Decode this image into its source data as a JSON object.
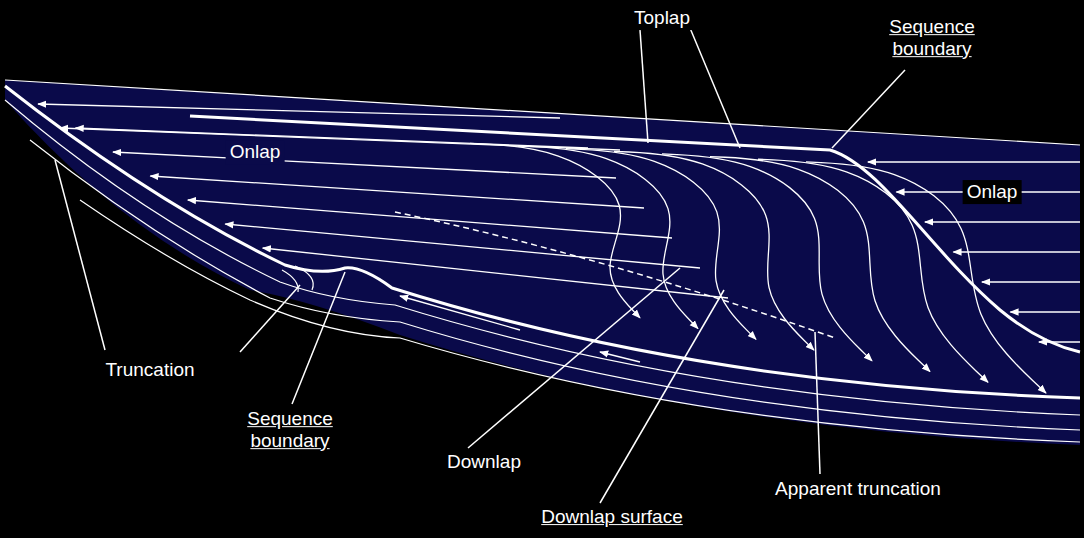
{
  "diagram": {
    "labels": [
      "Toplap",
      "Sequence boundary",
      "Onlap",
      "Onlap",
      "Truncation",
      "Sequence boundary",
      "Downlap",
      "Downlap surface",
      "Apparent truncation"
    ]
  }
}
